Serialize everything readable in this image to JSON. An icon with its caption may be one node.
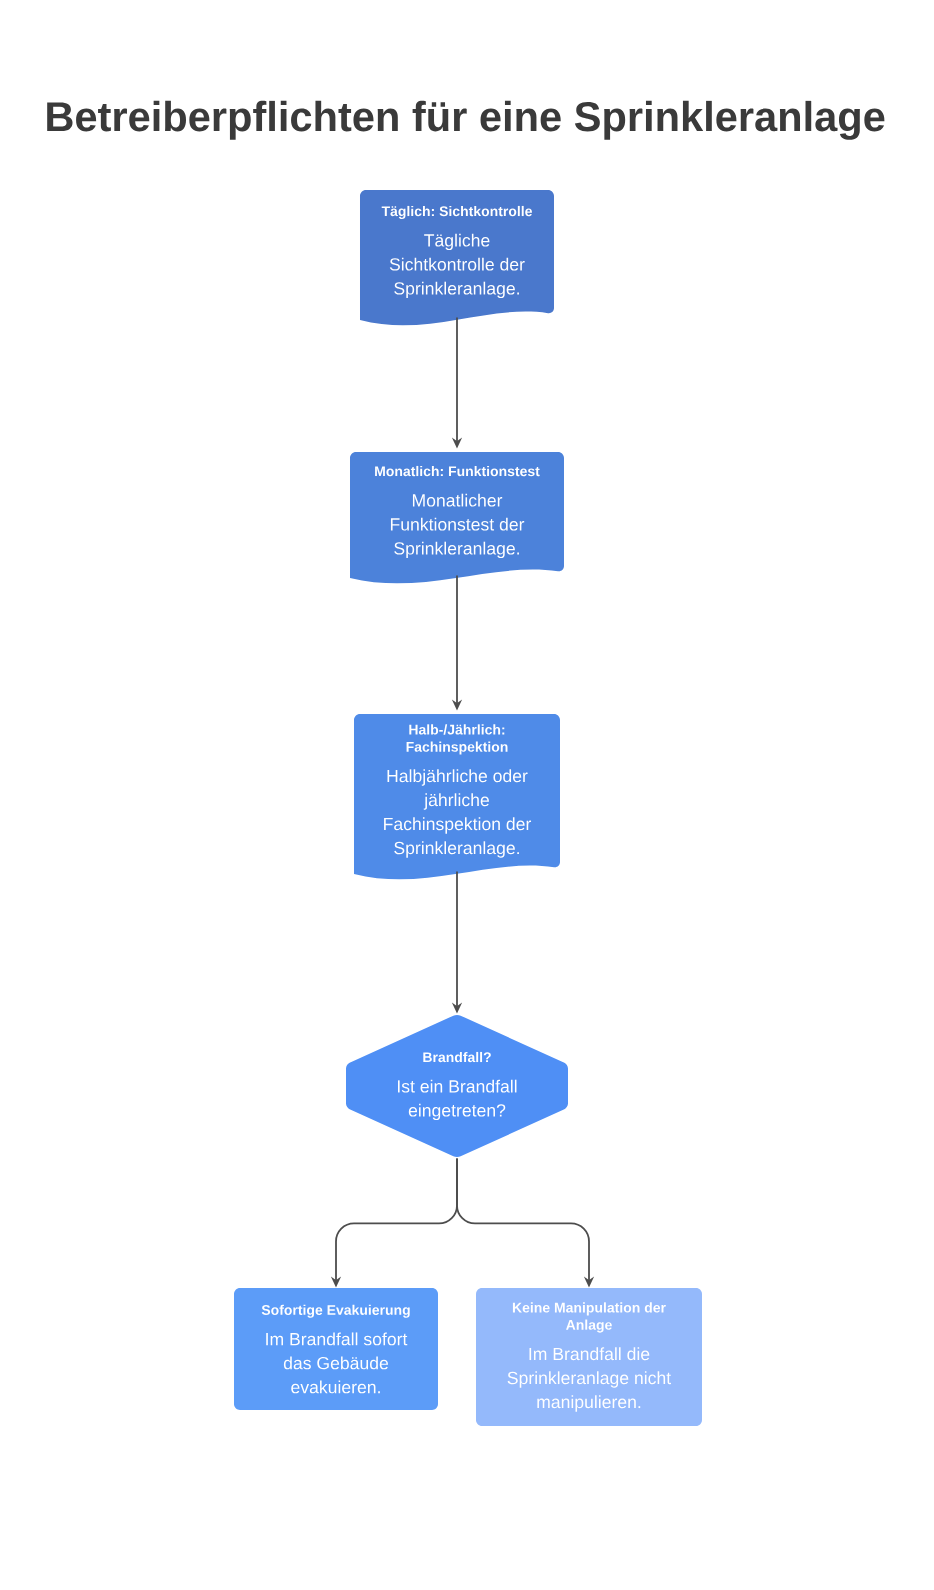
{
  "diagram": {
    "title": "Betreiberpflichten für eine Sprinkleranlage",
    "nodes": [
      {
        "text": [
          "Täglich: Sichtkontrolle",
          "Tägliche Sichtkontrolle der Sprinkleranlage."
        ]
      },
      {
        "text": [
          "Monatlich: Funktionstest",
          "Monatlicher Funktionstest der Sprinkleranlage."
        ]
      },
      {
        "text": [
          "Halb-/Jährlich: Fachinspektion",
          "Halbjährliche oder jährliche Fachinspektion der Sprinkleranlage."
        ]
      },
      {
        "text": [
          "Brandfall?",
          "Ist ein Brandfall eingetreten?"
        ]
      },
      {
        "text": [
          "Sofortige Evakuierung",
          "Im Brandfall sofort das Gebäude evakuieren."
        ]
      },
      {
        "text": [
          "Keine Manipulation der Anlage",
          "Im Brandfall die Sprinkleranlage nicht manipulieren."
        ]
      }
    ],
    "edges": [
      {
        "from": 0,
        "to": 1,
        "arrow": "to"
      },
      {
        "from": 1,
        "to": 2,
        "arrow": "to"
      },
      {
        "from": 2,
        "to": 3,
        "arrow": "to"
      },
      {
        "from": 3,
        "to": 4,
        "arrow": "to"
      },
      {
        "from": 3,
        "to": 5,
        "arrow": "to"
      }
    ]
  }
}
